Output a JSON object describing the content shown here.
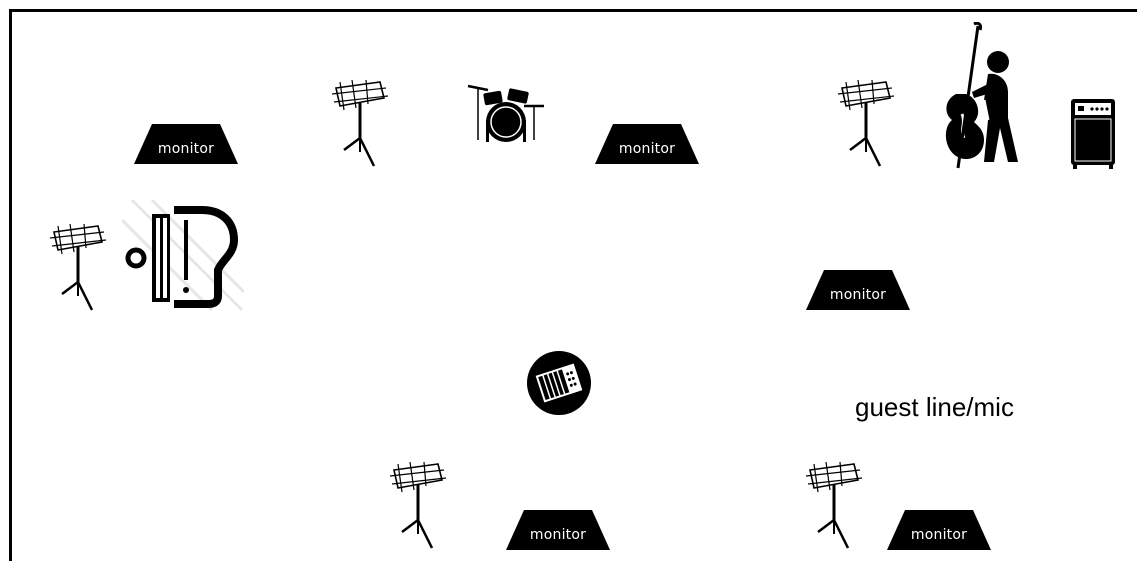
{
  "stage": {
    "monitors": [
      {
        "label": "monitor"
      },
      {
        "label": "monitor"
      },
      {
        "label": "monitor"
      },
      {
        "label": "monitor"
      },
      {
        "label": "monitor"
      }
    ],
    "guest_label": "guest line/mic",
    "icons": [
      "music-stand-icon",
      "drum-kit-icon",
      "upright-bass-player-icon",
      "guitar-amp-icon",
      "grand-piano-icon",
      "accordion-icon"
    ],
    "colors": {
      "ink": "#000000",
      "background": "#ffffff"
    }
  }
}
